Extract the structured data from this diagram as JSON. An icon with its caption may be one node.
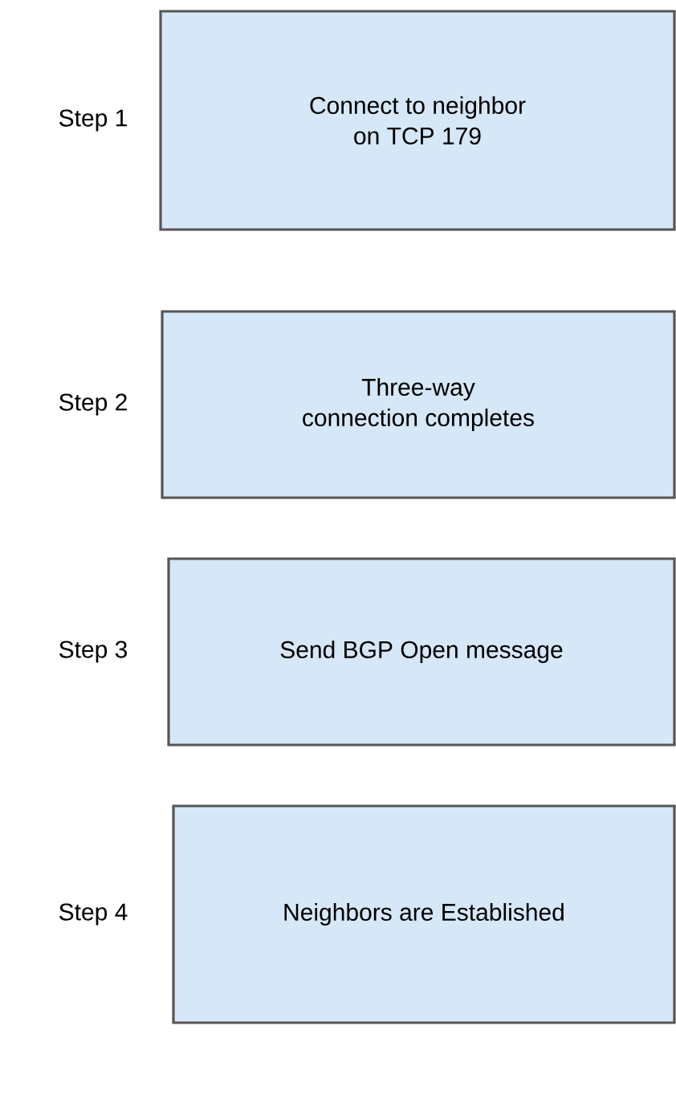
{
  "diagram": {
    "nodes": [
      {
        "text": [
          "Connect to neighbor on TCP 179"
        ],
        "beside": [
          "Step 1"
        ]
      },
      {
        "text": [
          "Three-way connection completes"
        ],
        "beside": [
          "Step 2"
        ]
      },
      {
        "text": [
          "Send BGP Open message"
        ],
        "beside": [
          "Step 3"
        ]
      },
      {
        "text": [
          "Neighbors are Established"
        ],
        "beside": [
          "Step 4"
        ]
      }
    ]
  }
}
